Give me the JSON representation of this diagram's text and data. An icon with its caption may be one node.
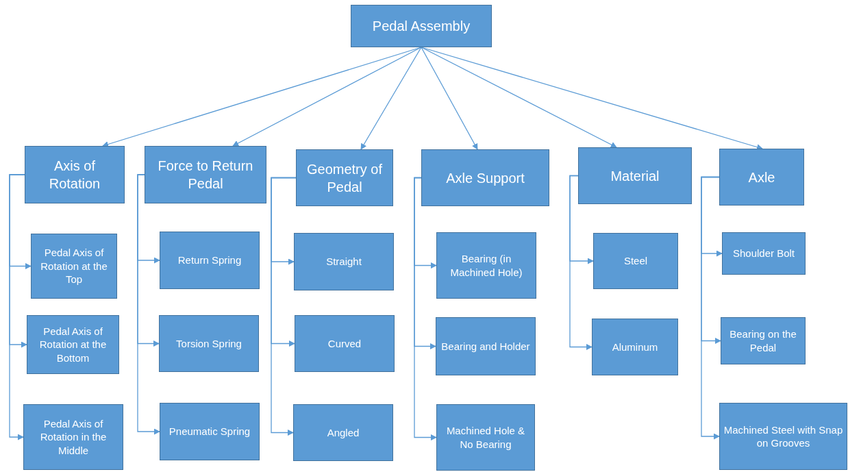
{
  "diagram": {
    "nodes": [
      {
        "text": [
          "Pedal Assembly"
        ]
      },
      {
        "text": [
          "Axis of Rotation"
        ]
      },
      {
        "text": [
          "Force to Return Pedal"
        ]
      },
      {
        "text": [
          "Geometry of Pedal"
        ]
      },
      {
        "text": [
          "Axle Support"
        ]
      },
      {
        "text": [
          "Material"
        ]
      },
      {
        "text": [
          "Axle"
        ]
      },
      {
        "text": [
          "Pedal Axis of Rotation at the Top"
        ]
      },
      {
        "text": [
          "Pedal Axis of Rotation at the Bottom"
        ]
      },
      {
        "text": [
          "Pedal Axis of Rotation in the Middle"
        ]
      },
      {
        "text": [
          "Return Spring"
        ]
      },
      {
        "text": [
          "Torsion Spring"
        ]
      },
      {
        "text": [
          "Pneumatic Spring"
        ]
      },
      {
        "text": [
          "Straight"
        ]
      },
      {
        "text": [
          "Curved"
        ]
      },
      {
        "text": [
          "Angled"
        ]
      },
      {
        "text": [
          "Bearing (in Machined Hole)"
        ]
      },
      {
        "text": [
          "Bearing and Holder"
        ]
      },
      {
        "text": [
          "Machined Hole & No Bearing"
        ]
      },
      {
        "text": [
          "Steel"
        ]
      },
      {
        "text": [
          "Aluminum"
        ]
      },
      {
        "text": [
          "Shoulder Bolt"
        ]
      },
      {
        "text": [
          "Bearing on the Pedal"
        ]
      },
      {
        "text": [
          "Machined Steel with Snap on Grooves"
        ]
      }
    ],
    "edges": [
      {
        "from": 0,
        "to": 1,
        "arrow": "to"
      },
      {
        "from": 0,
        "to": 2,
        "arrow": "to"
      },
      {
        "from": 0,
        "to": 3,
        "arrow": "to"
      },
      {
        "from": 0,
        "to": 4,
        "arrow": "to"
      },
      {
        "from": 0,
        "to": 5,
        "arrow": "to"
      },
      {
        "from": 0,
        "to": 6,
        "arrow": "to"
      },
      {
        "from": 1,
        "to": 7,
        "arrow": "to"
      },
      {
        "from": 1,
        "to": 8,
        "arrow": "to"
      },
      {
        "from": 1,
        "to": 9,
        "arrow": "to"
      },
      {
        "from": 2,
        "to": 10,
        "arrow": "to"
      },
      {
        "from": 2,
        "to": 11,
        "arrow": "to"
      },
      {
        "from": 2,
        "to": 12,
        "arrow": "to"
      },
      {
        "from": 3,
        "to": 13,
        "arrow": "to"
      },
      {
        "from": 3,
        "to": 14,
        "arrow": "to"
      },
      {
        "from": 3,
        "to": 15,
        "arrow": "to"
      },
      {
        "from": 4,
        "to": 16,
        "arrow": "to"
      },
      {
        "from": 4,
        "to": 17,
        "arrow": "to"
      },
      {
        "from": 4,
        "to": 18,
        "arrow": "to"
      },
      {
        "from": 5,
        "to": 19,
        "arrow": "to"
      },
      {
        "from": 5,
        "to": 20,
        "arrow": "to"
      },
      {
        "from": 6,
        "to": 21,
        "arrow": "to"
      },
      {
        "from": 6,
        "to": 22,
        "arrow": "to"
      },
      {
        "from": 6,
        "to": 23,
        "arrow": "to"
      }
    ]
  }
}
